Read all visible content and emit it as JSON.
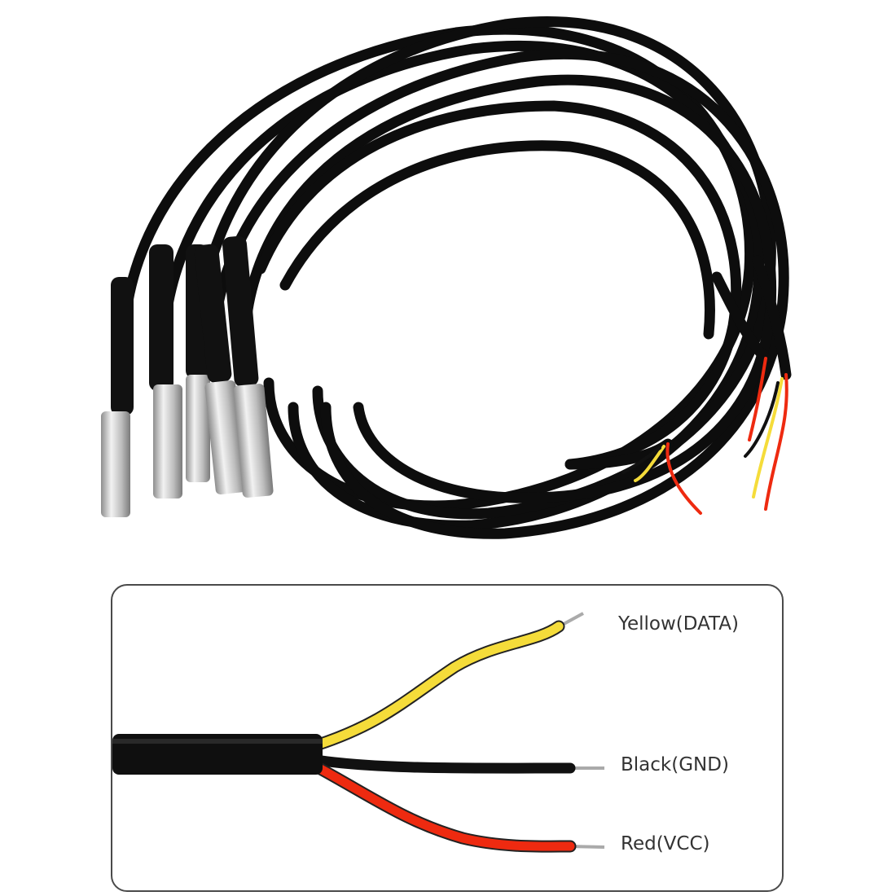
{
  "product_photo": {
    "probe_count": 5,
    "colors": {
      "cable": "#0d0d0d",
      "probe_steel": "#c9c9c9",
      "yellow": "#f5dc3a",
      "red": "#ee2a10",
      "black": "#111111"
    }
  },
  "wiring_diagram": {
    "wires": [
      {
        "label": "Yellow(DATA)",
        "color": "#f5dc3a"
      },
      {
        "label": "Black(GND)",
        "color": "#111111"
      },
      {
        "label": "Red(VCC)",
        "color": "#ee2a10"
      }
    ]
  }
}
